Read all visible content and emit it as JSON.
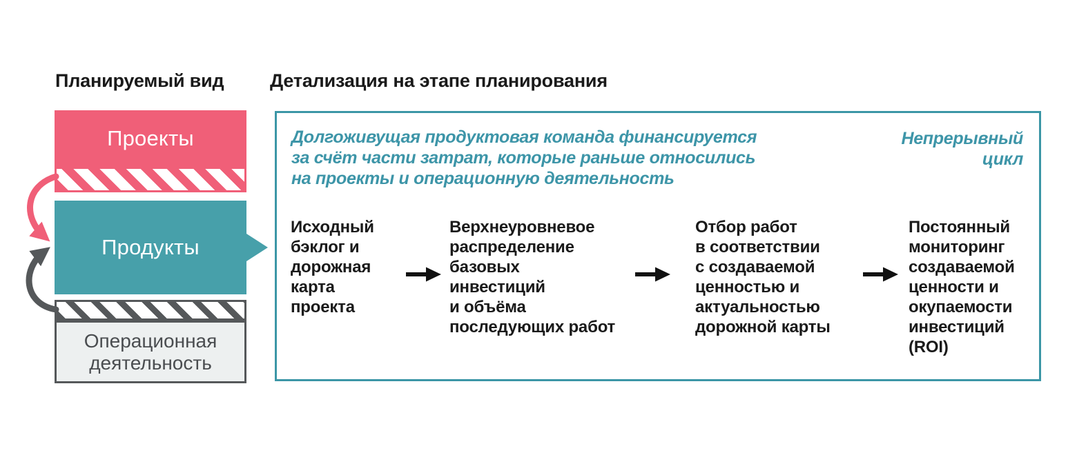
{
  "colors": {
    "pink": "#F05F78",
    "teal-fill": "#47A0AA",
    "teal-border": "#3B96A6",
    "teal-text": "#3D95A8",
    "gray-dark": "#55585A",
    "ops-bg": "#EDF0F0",
    "ops-text": "#4A4D50",
    "text-dark": "#1A1A1A",
    "step-arrow": "#111111"
  },
  "left_panel": {
    "heading": "Планируемый вид",
    "projects_label": "Проекты",
    "products_label": "Продукты",
    "operations_lines": [
      "Операционная",
      "деятельность"
    ]
  },
  "right_panel": {
    "heading": "Детализация на этапе планирования",
    "note_lines": [
      "Долгоживущая продуктовая команда финансируется",
      "за счёт части затрат, которые раньше относились",
      "на проекты и операционную деятельность"
    ],
    "cycle_lines": [
      "Непрерывный",
      "цикл"
    ],
    "steps": [
      {
        "lines": [
          "Исходный",
          "бэклог и",
          "дорожная",
          "карта",
          "проекта"
        ]
      },
      {
        "lines": [
          "Верхнеуровневое",
          "распределение",
          "базовых",
          "инвестиций",
          "и объёма",
          "последующих работ"
        ]
      },
      {
        "lines": [
          "Отбор работ",
          "в соответствии",
          "с создаваемой",
          "ценностью и",
          "актуальностью",
          "дорожной карты"
        ]
      },
      {
        "lines": [
          "Постоянный",
          "мониторинг",
          "создаваемой",
          "ценности и",
          "окупаемости",
          "инвестиций",
          "(ROI)"
        ]
      }
    ]
  }
}
